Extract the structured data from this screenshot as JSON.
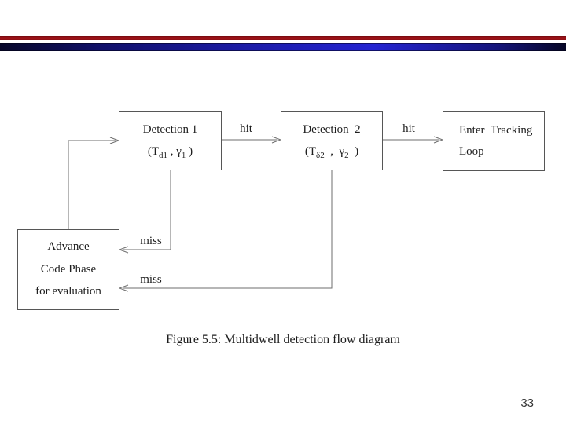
{
  "slide": {
    "page_number": "33"
  },
  "decoration": {
    "red_bar_color": "#a81419",
    "blue_bar_color_dark": "#07072a",
    "blue_bar_color_bright": "#2424d2"
  },
  "figure": {
    "caption": "Figure 5.5: Multidwell detection flow diagram",
    "boxes": {
      "detection1": {
        "title": "Detection 1",
        "param_open": "(T",
        "param_sub1": "d1",
        "param_comma": " , ",
        "param_gamma": "γ",
        "param_sub2": "1",
        "param_close": " )"
      },
      "detection2": {
        "title": "Detection  2",
        "param_open": "(T",
        "param_sub1": "δ2",
        "param_comma": "  ,  ",
        "param_gamma": "γ",
        "param_sub2": "2",
        "param_close": "  )"
      },
      "tracking": {
        "line1": "Enter  Tracking",
        "line2": "Loop"
      },
      "advance": {
        "line1": "Advance",
        "line2": "Code Phase",
        "line3": "for evaluation"
      }
    },
    "labels": {
      "hit1": "hit",
      "hit2": "hit",
      "miss1": "miss",
      "miss2": "miss"
    }
  }
}
